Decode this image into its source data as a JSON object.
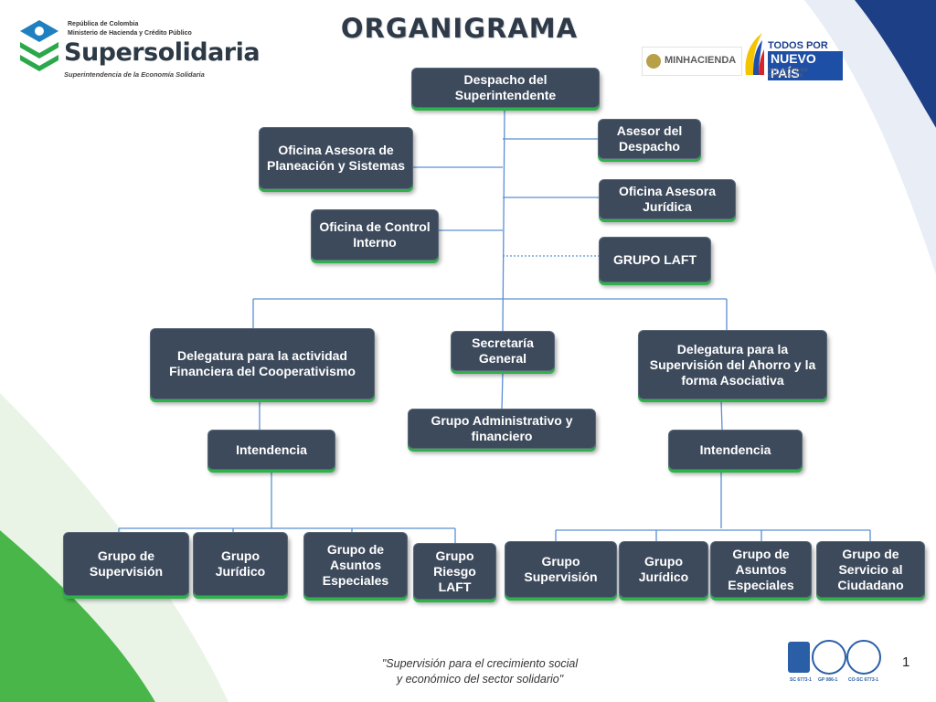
{
  "header": {
    "title": "ORGANIGRAMA",
    "logo_line1": "República de Colombia",
    "logo_line2": "Ministerio de Hacienda y Crédito Público",
    "logo_name": "Supersolidaria",
    "logo_tagline": "Superintendencia de la Economía Solidaria",
    "minhacienda": "MINHACIENDA",
    "todos_line1": "TODOS POR UN",
    "todos_line2": "NUEVO PAÍS",
    "todos_line3": "PAZ EQUIDAD EDUCACIÓN"
  },
  "colors": {
    "box_fill": "#3d4a5c",
    "box_accent": "#2db34a",
    "connector": "#5b8fd4",
    "corner_blue": "#1d3f86",
    "corner_green": "#49b64a"
  },
  "nodes": {
    "despacho": "Despacho del Superintendente",
    "asesor_despacho": "Asesor del Despacho",
    "oficina_planeacion": "Oficina Asesora de Planeación y Sistemas",
    "oficina_juridica": "Oficina Asesora Jurídica",
    "control_interno": "Oficina de Control Interno",
    "grupo_laft": "GRUPO LAFT",
    "delegatura_financiera": "Delegatura para la actividad Financiera del Cooperativismo",
    "secretaria_general": "Secretaría General",
    "delegatura_ahorro": "Delegatura para la Supervisión del Ahorro y la forma Asociativa",
    "grupo_administrativo": "Grupo Administrativo y financiero",
    "intendencia_left": "Intendencia",
    "intendencia_right": "Intendencia",
    "left_groups": [
      "Grupo de Supervisión",
      "Grupo Jurídico",
      "Grupo de Asuntos Especiales",
      "Grupo Riesgo LAFT"
    ],
    "right_groups": [
      "Grupo Supervisión",
      "Grupo Jurídico",
      "Grupo de Asuntos Especiales",
      "Grupo de Servicio al Ciudadano"
    ]
  },
  "footer": {
    "motto_line1": "\"Supervisión para el crecimiento social",
    "motto_line2": "y económico del sector solidario\"",
    "page_number": "1",
    "cert_labels": [
      "SC 6773-1",
      "GP 086-1",
      "CO-SC 6773-1"
    ]
  }
}
